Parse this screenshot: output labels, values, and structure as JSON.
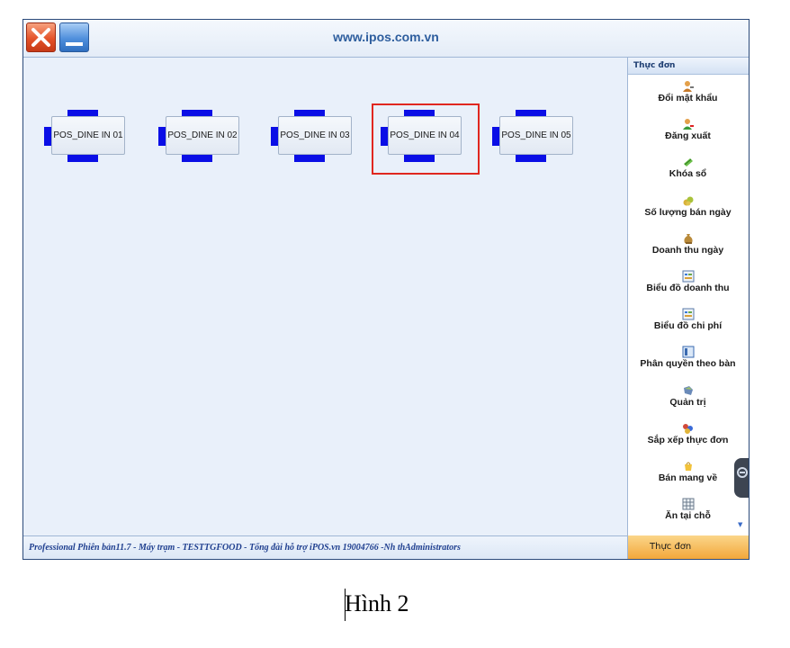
{
  "window": {
    "site_title": "www.ipos.com.vn",
    "close_icon": "close-x-icon",
    "minimize_icon": "minimize-icon"
  },
  "tables": [
    {
      "label": "POS_DINE IN 01",
      "selected": false
    },
    {
      "label": "POS_DINE IN 02",
      "selected": false
    },
    {
      "label": "POS_DINE IN 03",
      "selected": false
    },
    {
      "label": "POS_DINE IN 04",
      "selected": true
    },
    {
      "label": "POS_DINE IN 05",
      "selected": false
    }
  ],
  "sidebar": {
    "header": "Thực đơn",
    "items": [
      {
        "label": "Đổi mật khẩu",
        "icon": "user-key-icon"
      },
      {
        "label": "Đăng xuất",
        "icon": "logout-icon"
      },
      {
        "label": "Khóa sổ",
        "icon": "lock-book-icon"
      },
      {
        "label": "Số lượng bán ngày",
        "icon": "coins-icon"
      },
      {
        "label": "Doanh thu ngày",
        "icon": "money-bag-icon"
      },
      {
        "label": "Biểu đồ doanh thu",
        "icon": "chart-icon"
      },
      {
        "label": "Biểu đồ chi phí",
        "icon": "chart-icon"
      },
      {
        "label": "Phân quyền theo bàn",
        "icon": "table-permission-icon"
      },
      {
        "label": "Quản trị",
        "icon": "admin-icon"
      },
      {
        "label": "Sắp xếp thực đơn",
        "icon": "sort-menu-icon"
      },
      {
        "label": "Bán mang về",
        "icon": "takeaway-icon"
      },
      {
        "label": "Ăn tại chỗ",
        "icon": "grid-icon"
      }
    ]
  },
  "statusbar": {
    "text": "Professional Phiên bản11.7 -  Máy trạm  - TESTTGFOOD - Tổng đài hỗ trợ iPOS.vn 19004766 -Nh  thAdministrators"
  },
  "bottom_tab": {
    "label": "Thực đơn"
  },
  "caption": "Hình 2",
  "colors": {
    "chair": "#0a0ee6",
    "selection": "#e0271f",
    "title": "#2e5e9e",
    "menu_tab": "#f2a73a"
  }
}
